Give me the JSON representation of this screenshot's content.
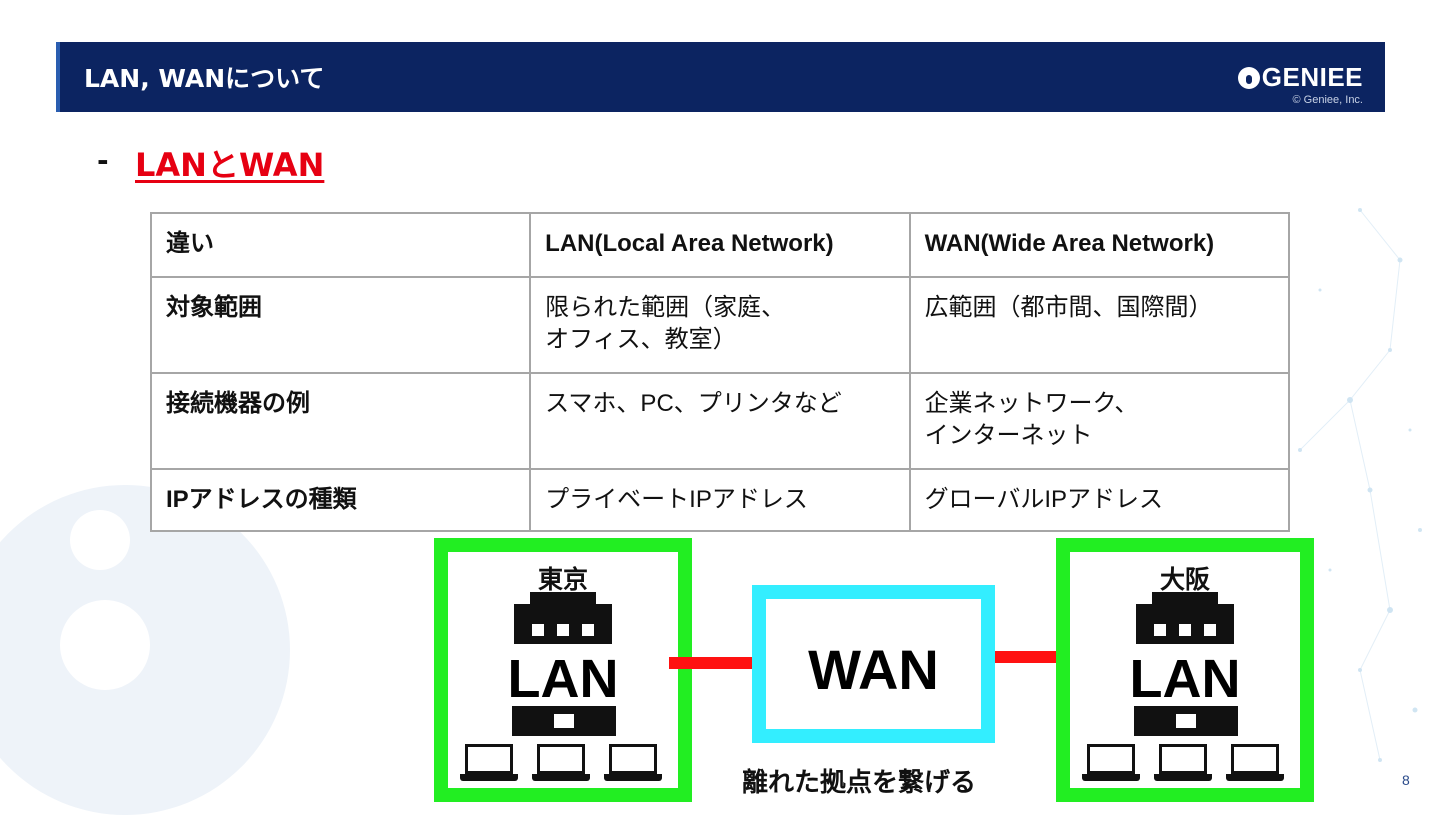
{
  "header": {
    "title": "LAN, WANについて",
    "logo_text": "GENIEE",
    "copyright": "© Geniee, Inc."
  },
  "subtitle": {
    "bullet": "-",
    "text": "LANとWAN"
  },
  "table": {
    "headers": [
      "違い",
      "LAN(Local Area Network)",
      "WAN(Wide Area Network)"
    ],
    "rows": [
      [
        "対象範囲",
        "限られた範囲（家庭、\nオフィス、教室）",
        "広範囲（都市間、国際間）"
      ],
      [
        "接続機器の例",
        "スマホ、PC、プリンタなど",
        "企業ネットワーク、\nインターネット"
      ],
      [
        "IPアドレスの種類",
        "プライベートIPアドレス",
        "グローバルIPアドレス"
      ]
    ]
  },
  "diagram": {
    "left_site": {
      "city": "東京",
      "label": "LAN"
    },
    "wan_label": "WAN",
    "right_site": {
      "city": "大阪",
      "label": "LAN"
    },
    "caption": "離れた拠点を繋げる",
    "colors": {
      "site_border": "#22ee22",
      "wan_border": "#33eeff",
      "link": "#ff1111"
    }
  },
  "page_number": "8",
  "colors": {
    "header_bg": "#0c2461",
    "subtitle": "#e60012"
  }
}
